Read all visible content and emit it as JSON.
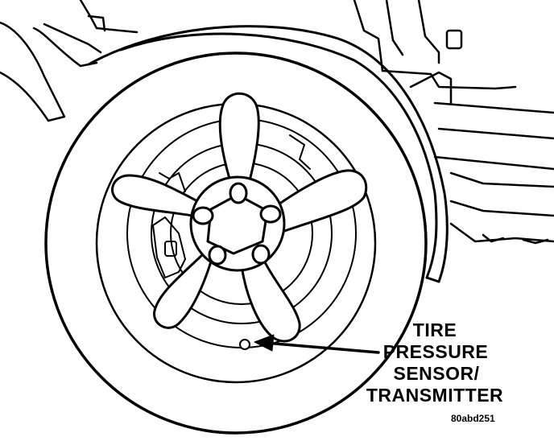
{
  "callout": {
    "line1": "TIRE",
    "line2": "PRESSURE",
    "line3": "SENSOR/",
    "line4": "TRANSMITTER"
  },
  "figure_id": "80abd251",
  "colors": {
    "ink": "#000000",
    "paper": "#ffffff"
  }
}
